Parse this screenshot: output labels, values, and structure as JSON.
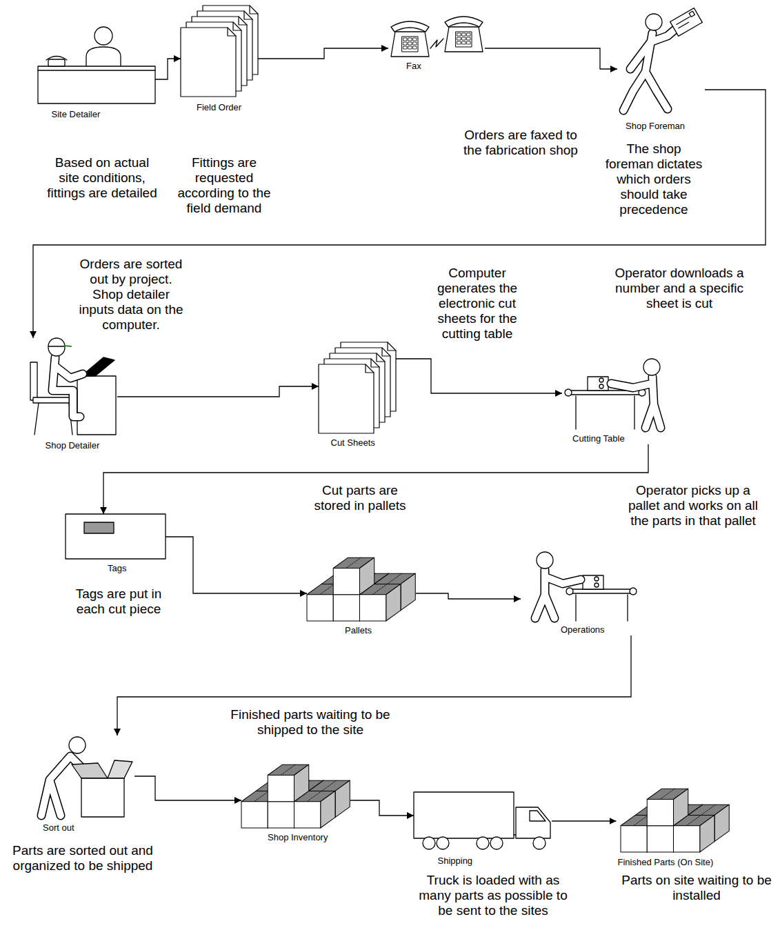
{
  "diagram": {
    "nodes": [
      {
        "text": [
          "Site Detailer"
        ]
      },
      {
        "text": [
          "Field Order"
        ]
      },
      {
        "text": [
          "Fax"
        ]
      },
      {
        "text": [
          "Shop Foreman"
        ]
      },
      {
        "text": [
          "Shop Detailer"
        ]
      },
      {
        "text": [
          "Cut Sheets"
        ]
      },
      {
        "text": [
          "Cutting Table"
        ]
      },
      {
        "text": [
          "Tags"
        ]
      },
      {
        "text": [
          "Pallets"
        ]
      },
      {
        "text": [
          "Operations"
        ]
      },
      {
        "text": [
          "Sort out"
        ]
      },
      {
        "text": [
          "Shop Inventory"
        ]
      },
      {
        "text": [
          "Shipping"
        ]
      },
      {
        "text": [
          "Finished Parts (On Site)"
        ]
      }
    ],
    "edges": [
      {
        "from": 0,
        "to": 1,
        "arrow": "to"
      },
      {
        "from": 1,
        "to": 2,
        "arrow": "to"
      },
      {
        "from": 2,
        "to": 3,
        "arrow": "to"
      },
      {
        "from": 3,
        "to": 4,
        "arrow": "to"
      },
      {
        "from": 4,
        "to": 5,
        "arrow": "to"
      },
      {
        "from": 5,
        "to": 6,
        "arrow": "to"
      },
      {
        "from": 6,
        "to": 7,
        "arrow": "to"
      },
      {
        "from": 7,
        "to": 8,
        "arrow": "to"
      },
      {
        "from": 8,
        "to": 9,
        "arrow": "to"
      },
      {
        "from": 9,
        "to": 10,
        "arrow": "to"
      },
      {
        "from": 10,
        "to": 11,
        "arrow": "to"
      },
      {
        "from": 11,
        "to": 12,
        "arrow": "to"
      },
      {
        "from": 12,
        "to": 13,
        "arrow": "to"
      }
    ],
    "labels": [
      "Based on actual site conditions, fittings are detailed",
      "Fittings are requested according to the field demand",
      "Orders are faxed to the fabrication shop",
      "The shop foreman dictates which orders should take precedence",
      "Orders are sorted out by project. Shop detailer inputs data on the computer.",
      "Computer generates the electronic cut sheets for the cutting table",
      "Operator downloads a number and a specific sheet is cut",
      "Tags are put in each cut piece",
      "Cut parts are stored in pallets",
      "Operator picks up a pallet and works on all the parts in that pallet",
      "Parts are sorted out and organized to be shipped",
      "Finished parts waiting to be shipped to the site",
      "Truck is loaded with as many parts as possible to be sent to the sites",
      "Parts on site waiting to be installed"
    ]
  }
}
